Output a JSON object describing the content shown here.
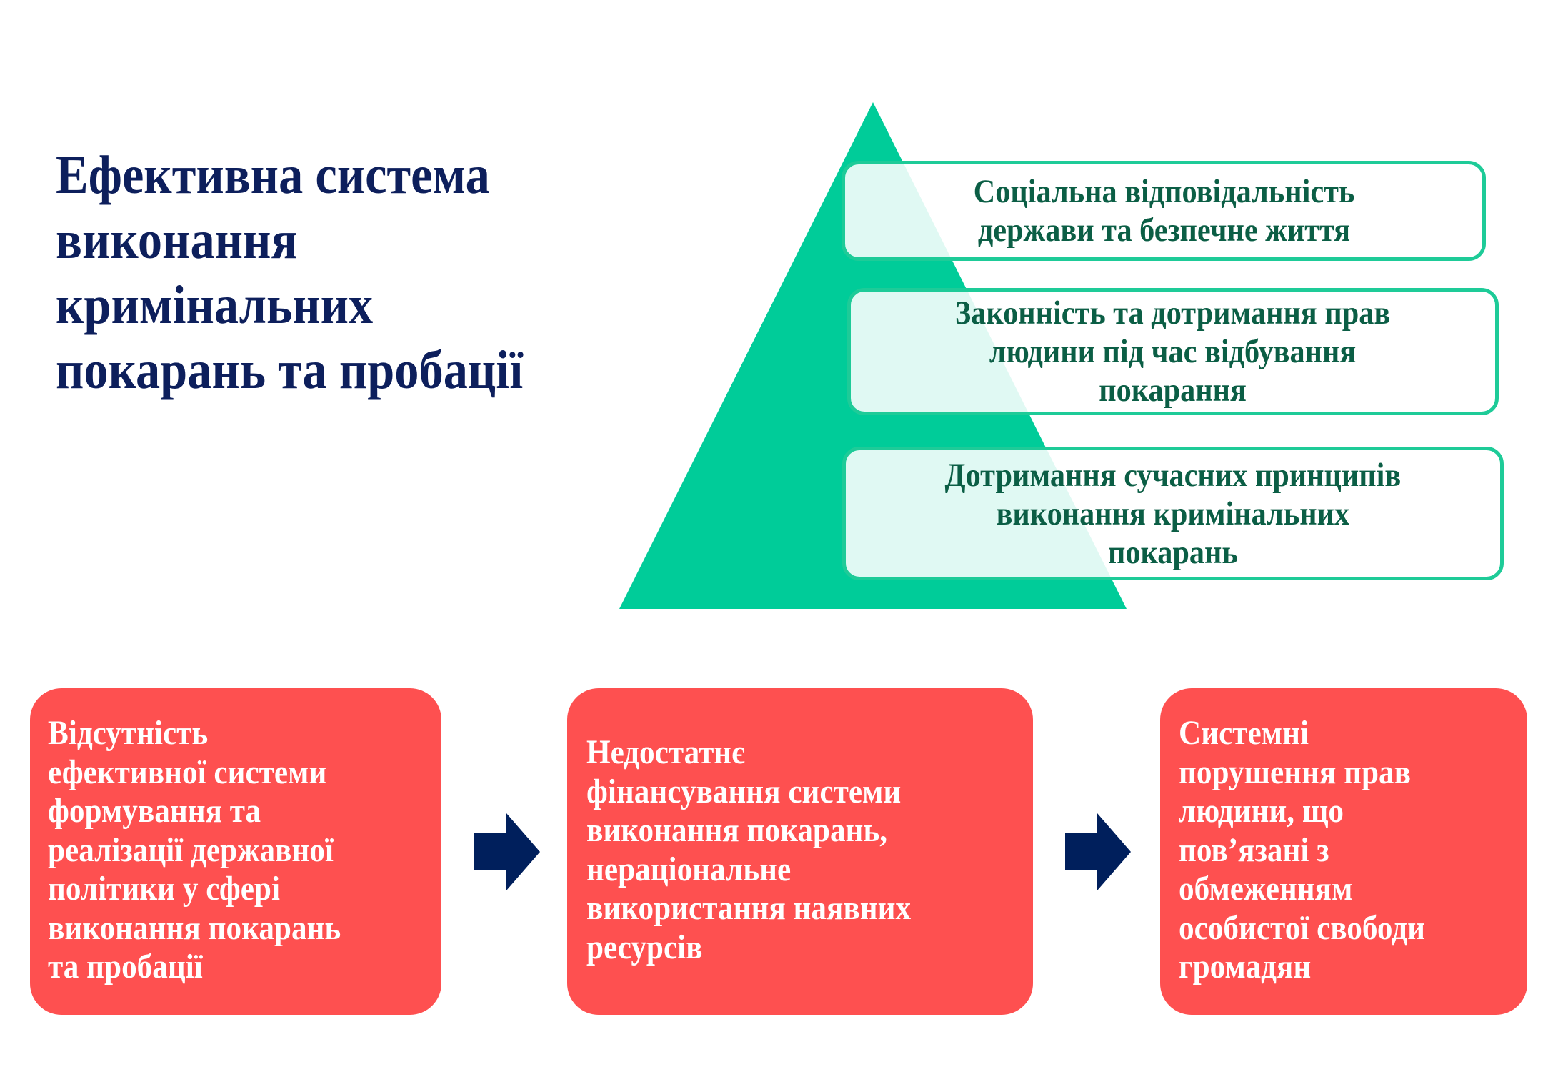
{
  "title": "Ефективна система\nвиконання\nкримінальних\nпокарань та пробації",
  "pyramid": {
    "color": "#00cc99",
    "levels": [
      {
        "text": "Соціальна відповідальність\nдержави та безпечне життя"
      },
      {
        "text": "Законність та дотримання прав\nлюдини під час відбування\nпокарання"
      },
      {
        "text": "Дотримання сучасних принципів\nвиконання кримінальних\nпокарань"
      }
    ]
  },
  "problems": {
    "color": "#fe5050",
    "arrow_color": "#001f5c",
    "items": [
      {
        "text": "Відсутність\nефективної системи\nформування та\nреалізації державної\nполітики у сфері\nвиконання покарань\nта пробації"
      },
      {
        "text": "Недостатнє\nфінансування системи\nвиконання покарань,\nнераціональне\nвикористання наявних\nресурсів"
      },
      {
        "text": "Системні\nпорушення прав\nлюдини,  що\nпов’язані  з\nобмеженням\nособистої свободи\nгромадян"
      }
    ]
  }
}
